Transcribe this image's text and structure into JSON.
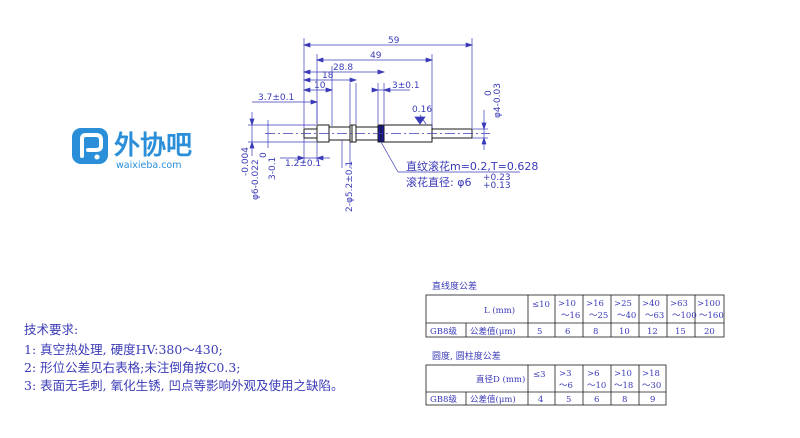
{
  "logo": {
    "name": "外协吧",
    "url": "waixieba.com"
  },
  "dimensions": {
    "d59": "59",
    "d49": "49",
    "d28_8": "28.8",
    "d18": "18",
    "d10": "10",
    "d3_7": "3.7±0.1",
    "d3_right": "3±0.1",
    "d1_2": "1.2±0.1",
    "d2_phi5_2": "2-φ5.2±0.1",
    "d3_neg": "3-0.1",
    "d3_zero": "0",
    "phi6_left": "φ6-0.022",
    "phi6_left_tol": "-0.004",
    "phi4": "φ4-0.03",
    "phi4_zero": "0",
    "runout": "0.16",
    "knurl1": "直纹滚花m=0.2,T=0.628",
    "knurl2_prefix": "滚花直径: φ6",
    "knurl2_up": "+0.23",
    "knurl2_dn": "+0.13"
  },
  "requirements": {
    "title": "技术要求:",
    "line1": "1: 真空热处理, 硬度HV:380～430;",
    "line2": "2: 形位公差见右表格;未注倒角按C0.3;",
    "line3": "3: 表面无毛刺, 氧化生锈, 凹点等影响外观及使用之缺陷。"
  },
  "table1": {
    "caption": "直线度公差",
    "row1_label": "L (mm)",
    "ranges": [
      [
        "≤10",
        ""
      ],
      [
        ">10",
        "～16"
      ],
      [
        ">16",
        "～25"
      ],
      [
        ">25",
        "～40"
      ],
      [
        ">40",
        "～63"
      ],
      [
        ">63",
        "～100"
      ],
      [
        ">100",
        "～160"
      ]
    ],
    "row2_grade": "GB8级",
    "row2_label": "公差值(μm)",
    "values": [
      "5",
      "6",
      "8",
      "10",
      "12",
      "15",
      "20"
    ]
  },
  "table2": {
    "caption": "圆度, 圆柱度公差",
    "row1_label": "直径D (mm)",
    "ranges": [
      [
        "≤3",
        ""
      ],
      [
        ">3",
        "～6"
      ],
      [
        ">6",
        "～10"
      ],
      [
        ">10",
        "～18"
      ],
      [
        ">18",
        "～30"
      ]
    ],
    "row2_grade": "GB8级",
    "row2_label": "公差值(μm)",
    "values": [
      "4",
      "5",
      "6",
      "8",
      "9"
    ]
  },
  "colors": {
    "line": "#3b3bb8",
    "part": "#1a1a1a",
    "logo": "#2a8fd8"
  }
}
